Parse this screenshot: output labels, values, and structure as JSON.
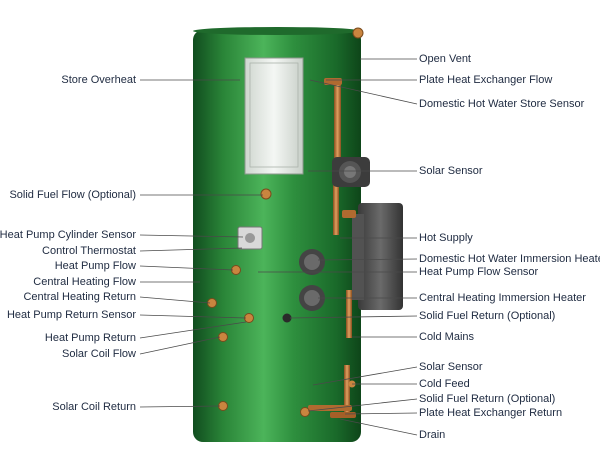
{
  "labels_left": [
    {
      "id": "store-overheat",
      "text": "Store Overheat"
    },
    {
      "id": "solid-fuel-flow",
      "text": "Solid Fuel Flow (Optional)"
    },
    {
      "id": "heat-pump-cylinder-sensor",
      "text": "Heat Pump Cylinder Sensor"
    },
    {
      "id": "control-thermostat",
      "text": "Control Thermostat"
    },
    {
      "id": "heat-pump-flow",
      "text": "Heat Pump Flow"
    },
    {
      "id": "central-heating-flow",
      "text": "Central Heating Flow"
    },
    {
      "id": "central-heating-return",
      "text": "Central Heating Return"
    },
    {
      "id": "heat-pump-return-sensor",
      "text": "Heat Pump Return Sensor"
    },
    {
      "id": "heat-pump-return",
      "text": "Heat Pump Return"
    },
    {
      "id": "solar-coil-flow",
      "text": "Solar Coil Flow"
    },
    {
      "id": "solar-coil-return",
      "text": "Solar Coil Return"
    }
  ],
  "labels_right": [
    {
      "id": "open-vent",
      "text": "Open Vent"
    },
    {
      "id": "plate-heat-exchanger-flow",
      "text": "Plate Heat Exchanger Flow"
    },
    {
      "id": "dhw-store-sensor",
      "text": "Domestic Hot Water Store Sensor"
    },
    {
      "id": "solar-sensor-top",
      "text": "Solar Sensor"
    },
    {
      "id": "hot-supply",
      "text": "Hot Supply"
    },
    {
      "id": "dhw-immersion-heater",
      "text": "Domestic Hot Water Immersion Heater"
    },
    {
      "id": "heat-pump-flow-sensor",
      "text": "Heat Pump Flow Sensor"
    },
    {
      "id": "ch-immersion-heater",
      "text": "Central Heating Immersion Heater"
    },
    {
      "id": "solid-fuel-return",
      "text": "Solid Fuel Return (Optional)"
    },
    {
      "id": "cold-mains",
      "text": "Cold Mains"
    },
    {
      "id": "solar-sensor-bottom",
      "text": "Solar Sensor"
    },
    {
      "id": "cold-feed",
      "text": "Cold Feed"
    },
    {
      "id": "solid-fuel-return-2",
      "text": "Solid Fuel Return (Optional)"
    },
    {
      "id": "plate-heat-exchanger-return",
      "text": "Plate Heat Exchanger Return"
    },
    {
      "id": "drain",
      "text": "Drain"
    }
  ],
  "colors": {
    "tank": "#2f8f3c",
    "tank_dark": "#145a22",
    "copper": "#c07838",
    "leader": "#4a4a4a",
    "text": "#1e2a40"
  }
}
